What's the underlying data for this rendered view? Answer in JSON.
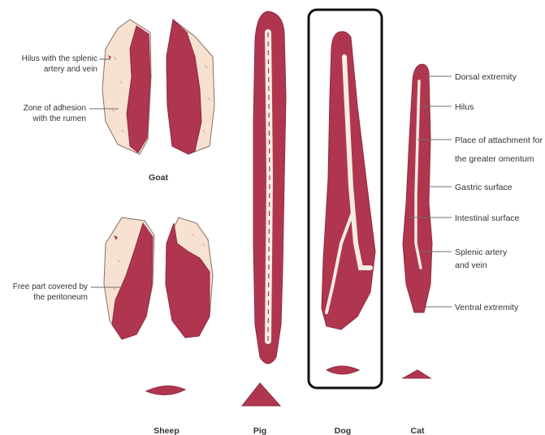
{
  "colors": {
    "spleen": "#b0364f",
    "spleen_dark": "#8f2a3f",
    "adhesion": "#f7e2d2",
    "hilus": "#f5ece4",
    "text": "#333333",
    "frame": "#111111",
    "leader": "#6e6e6e"
  },
  "species": {
    "goat": "Goat",
    "sheep": "Sheep",
    "pig": "Pig",
    "dog": "Dog",
    "cat": "Cat"
  },
  "labels_left": {
    "hilus_line1": "Hilus with the splenic",
    "hilus_line2": "artery and vein",
    "adhesion_line1": "Zone of adhesion",
    "adhesion_line2": "with the rumen",
    "free_line1": "Free part covered by",
    "free_line2": "the peritoneum"
  },
  "labels_right": {
    "dorsal": "Dorsal extremity",
    "hilus": "Hilus",
    "omentum_line1": "Place of attachment for",
    "omentum_line2": "the greater omentum",
    "gastric": "Gastric surface",
    "intestinal": "Intestinal surface",
    "splenic_line1": "Splenic artery",
    "splenic_line2": "and vein",
    "ventral": "Ventral extremity"
  }
}
